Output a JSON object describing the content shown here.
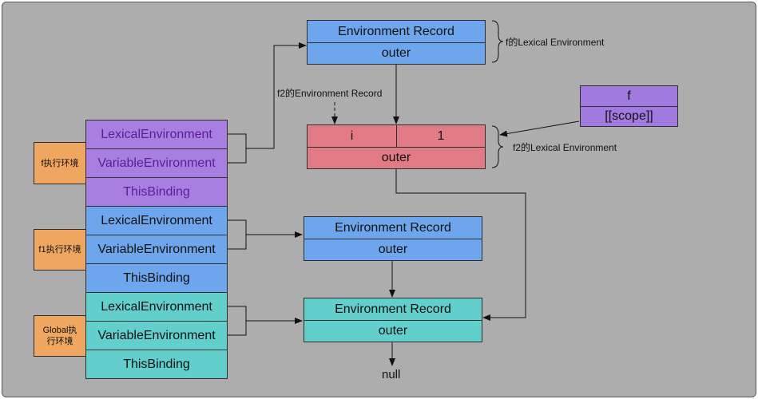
{
  "contexts": [
    {
      "name": "f执行环境",
      "rows": [
        "LexicalEnvironment",
        "VariableEnvironment",
        "ThisBinding"
      ]
    },
    {
      "name": "f1执行环境",
      "rows": [
        "LexicalEnvironment",
        "VariableEnvironment",
        "ThisBinding"
      ]
    },
    {
      "name": "Global执行环境",
      "rows": [
        "LexicalEnvironment",
        "VariableEnvironment",
        "ThisBinding"
      ]
    }
  ],
  "env_top": {
    "record": "Environment Record",
    "outer": "outer",
    "brace_label": "f的Lexical Environment"
  },
  "env_f2": {
    "key": "i",
    "value": "1",
    "outer": "outer",
    "brace_label": "f2的Lexical Environment",
    "pointer_label": "f2的Environment Record"
  },
  "func_f": {
    "name": "f",
    "scope": "[[scope]]"
  },
  "env_f1": {
    "record": "Environment Record",
    "outer": "outer"
  },
  "env_global": {
    "record": "Environment Record",
    "outer": "outer"
  },
  "null_label": "null",
  "colors": {
    "blue": "#6ea6ee",
    "purple": "#a87fe0",
    "teal": "#63cfcc",
    "red": "#e27b85",
    "orange": "#efa661",
    "background": "#adadad"
  }
}
